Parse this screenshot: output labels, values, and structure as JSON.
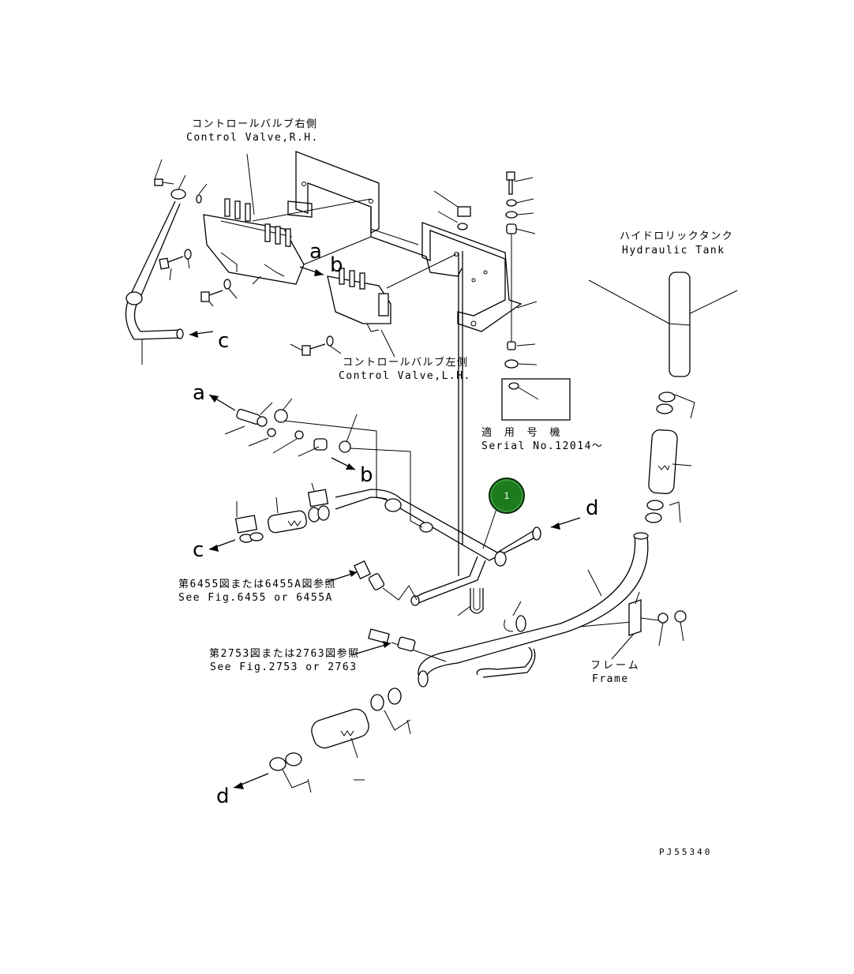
{
  "labels": {
    "control_valve_rh_jp": "コントロールバルブ右側",
    "control_valve_rh_en": "Control Valve,R.H.",
    "control_valve_lh_jp": "コントロールバルブ左側",
    "control_valve_lh_en": "Control Valve,L.H.",
    "hydraulic_tank_jp": "ハイドロリックタンク",
    "hydraulic_tank_en": "Hydraulic Tank",
    "serial_jp": "適 用 号 機",
    "serial_en": "Serial No.12014～",
    "fig6455_jp": "第6455図または6455A図参照",
    "fig6455_en": "See Fig.6455 or 6455A",
    "fig2753_jp": "第2753図または2763図参照",
    "fig2753_en": "See Fig.2753 or 2763",
    "frame_jp": "フレーム",
    "frame_en": "Frame",
    "drawing_no": "PJ55340"
  },
  "connectors": {
    "a_top": "a",
    "b_top": "b",
    "c_top": "c",
    "a_mid": "a",
    "b_mid": "b",
    "c_mid": "c",
    "d_right": "d",
    "d_bottom": "d"
  },
  "callouts": [
    {
      "number": "1",
      "color": "#1d7a1d"
    }
  ]
}
